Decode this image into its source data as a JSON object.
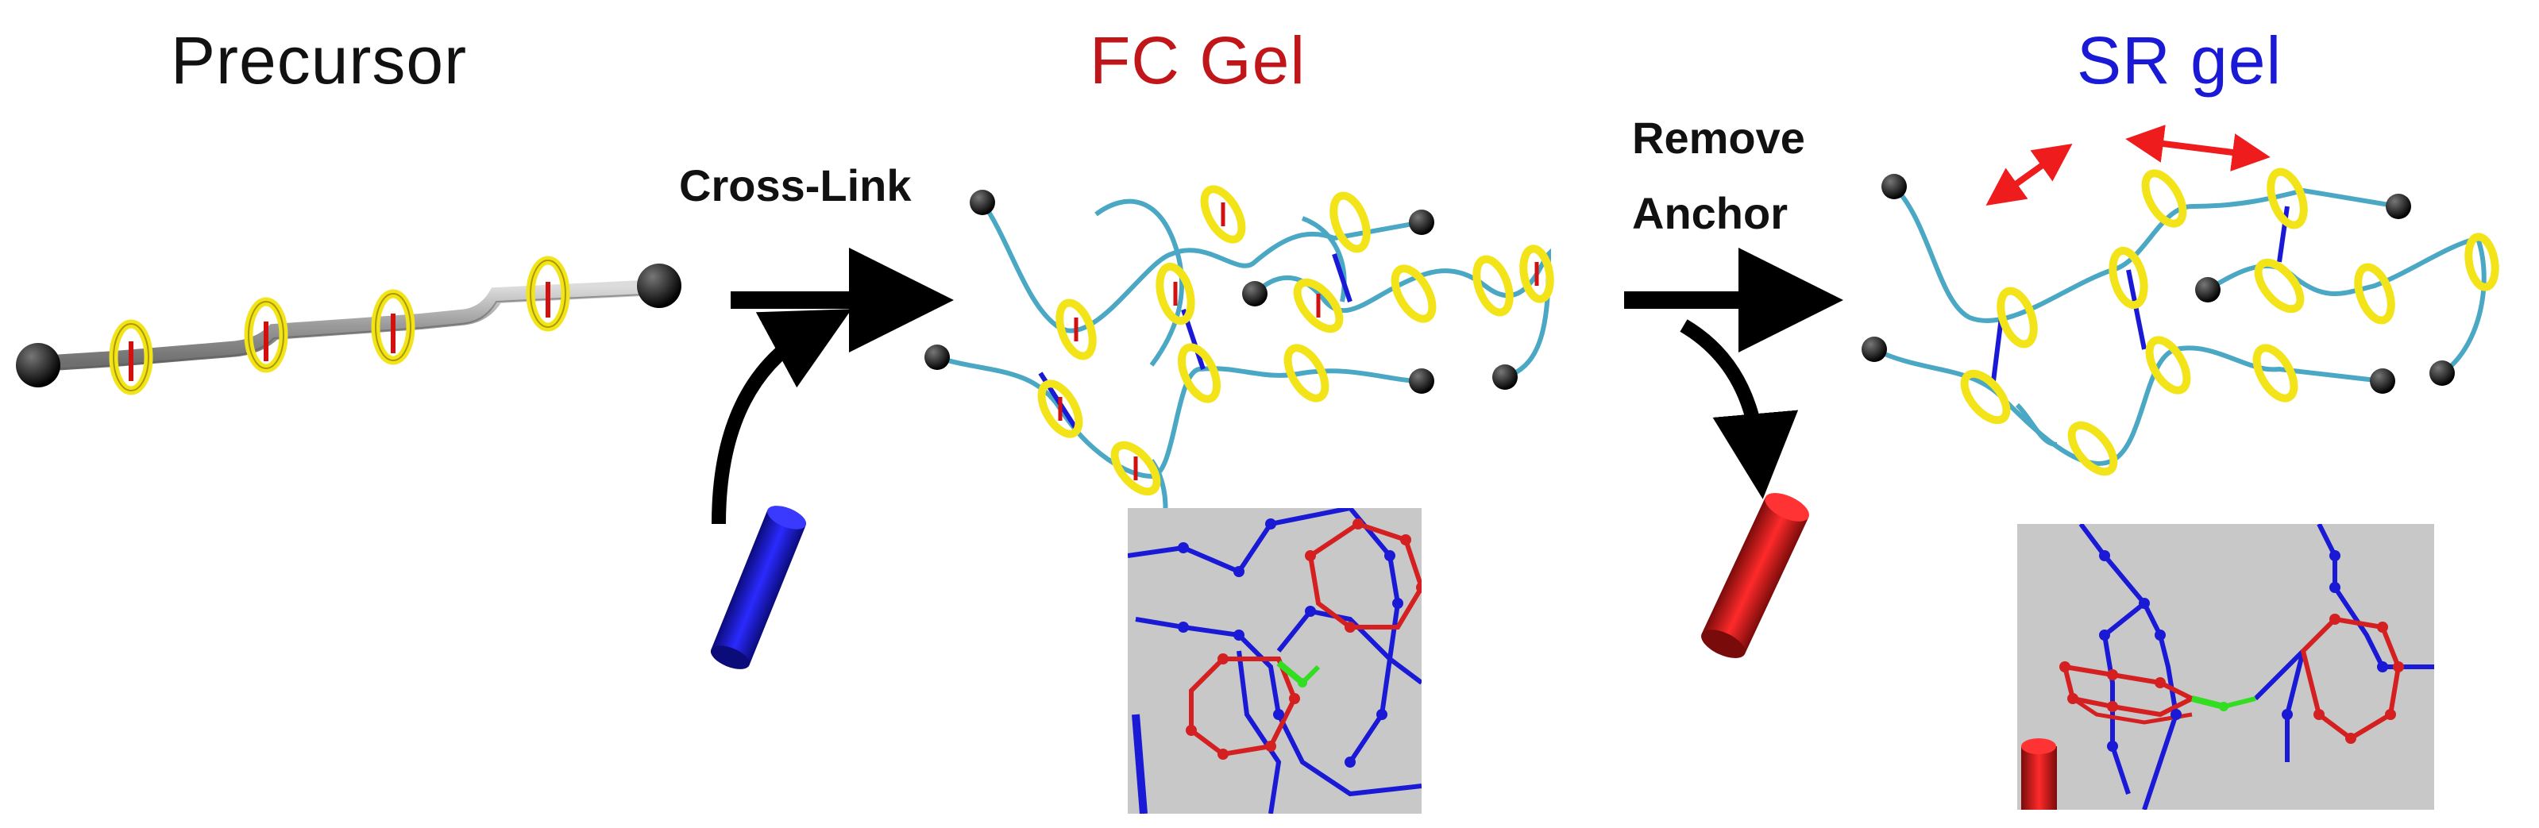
{
  "titles": {
    "precursor": "Precursor",
    "fc_gel": "FC Gel",
    "sr_gel": "SR gel"
  },
  "colors": {
    "precursor_title": "#111111",
    "fc_title": "#c0161a",
    "sr_title": "#1a1ad6",
    "ring": "#f2e419",
    "chain": "#4aa8c4",
    "crosslink": "#1a1ad6",
    "anchor_removed": "#cc1111",
    "inset_bg": "#c8c8c8",
    "center_atom": "#33dd22"
  },
  "labels": {
    "cross_link": "Cross-Link",
    "remove": "Remove",
    "anchor": "Anchor"
  },
  "icons": {
    "crosslinker": "blue-cylinder",
    "anchor": "red-cylinder",
    "sliding_arrows": "red-double-arrow"
  }
}
